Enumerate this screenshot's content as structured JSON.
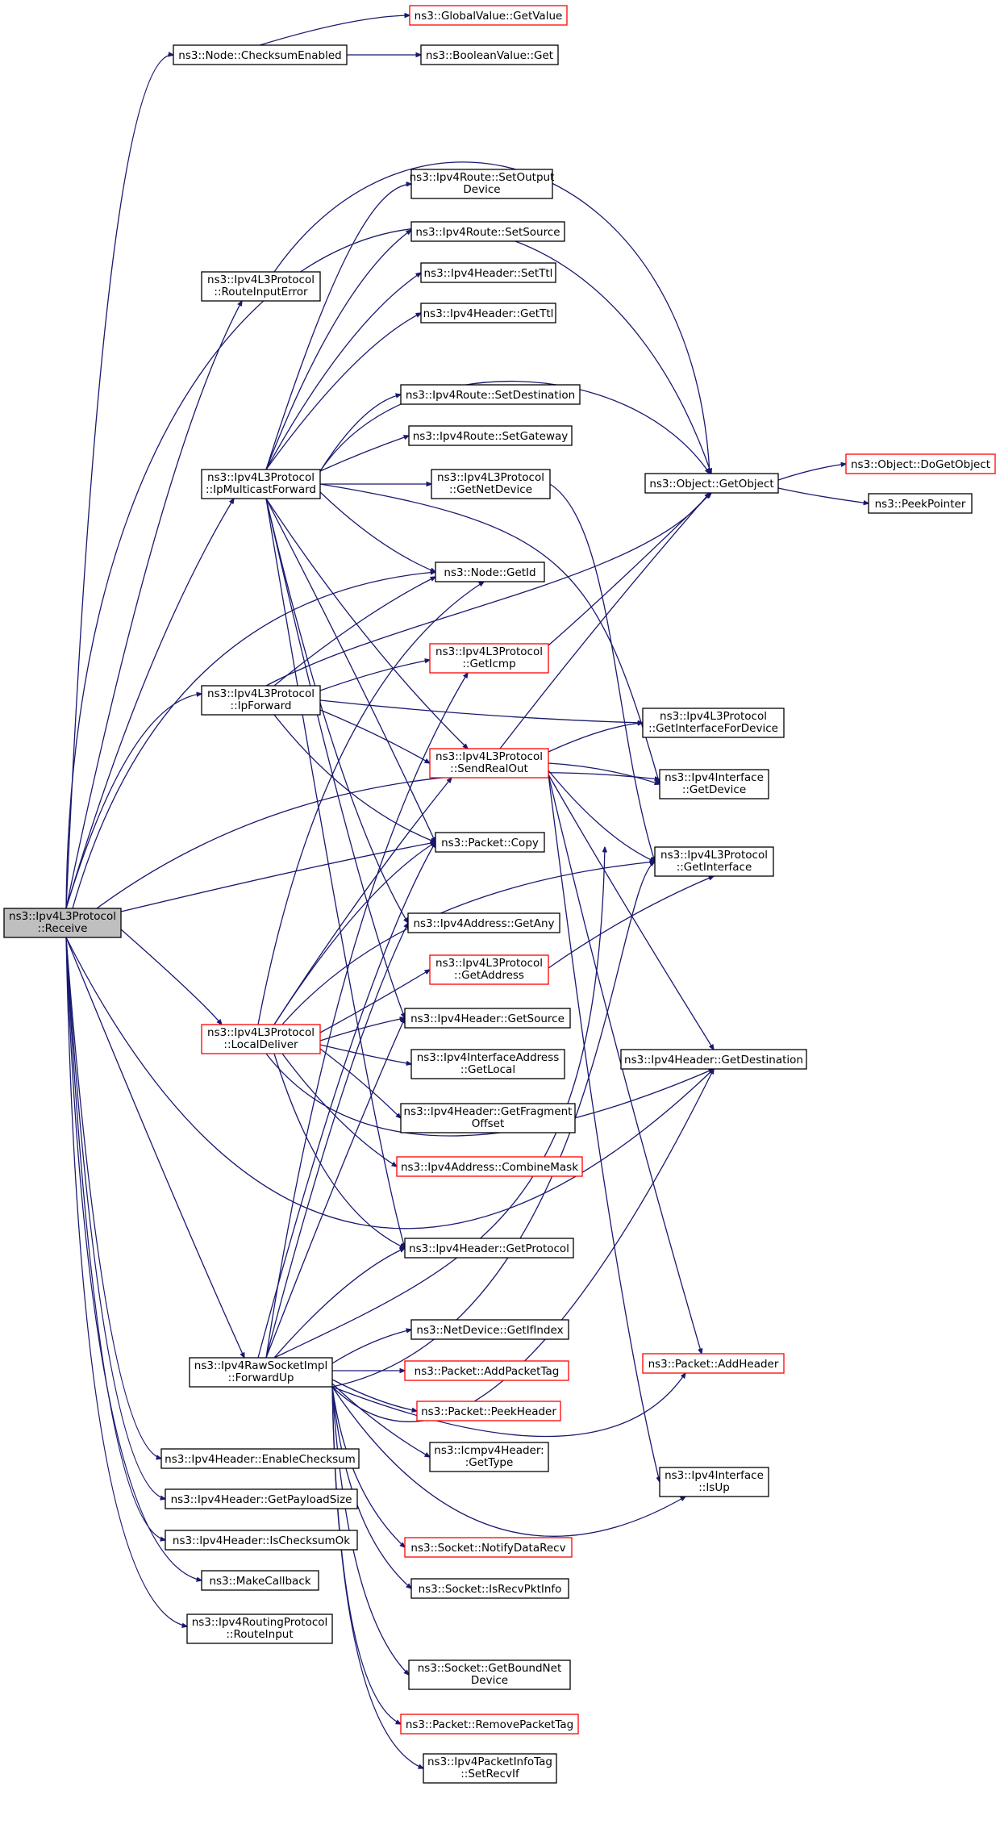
{
  "diagram": {
    "colors": {
      "edge": "#191970",
      "border_normal": "#000000",
      "border_external": "#ff0000",
      "root_fill": "#bfbfbf"
    },
    "nodes": {
      "receive": [
        "ns3::Ipv4L3Protocol",
        "::Receive"
      ],
      "checksumEnabled": [
        "ns3::Node::ChecksumEnabled"
      ],
      "globalGetValue": [
        "ns3::GlobalValue::GetValue"
      ],
      "boolGet": [
        "ns3::BooleanValue::Get"
      ],
      "routeInputError": [
        "ns3::Ipv4L3Protocol",
        "::RouteInputError"
      ],
      "setOutputDevice": [
        "ns3::Ipv4Route::SetOutput",
        "Device"
      ],
      "setSource": [
        "ns3::Ipv4Route::SetSource"
      ],
      "setTtl": [
        "ns3::Ipv4Header::SetTtl"
      ],
      "getTtl": [
        "ns3::Ipv4Header::GetTtl"
      ],
      "setDestination": [
        "ns3::Ipv4Route::SetDestination"
      ],
      "setGateway": [
        "ns3::Ipv4Route::SetGateway"
      ],
      "ipMulticastForward": [
        "ns3::Ipv4L3Protocol",
        "::IpMulticastForward"
      ],
      "getNetDevice": [
        "ns3::Ipv4L3Protocol",
        "::GetNetDevice"
      ],
      "getObject": [
        "ns3::Object::GetObject"
      ],
      "doGetObject": [
        "ns3::Object::DoGetObject"
      ],
      "peekPointer": [
        "ns3::PeekPointer"
      ],
      "nodeGetId": [
        "ns3::Node::GetId"
      ],
      "getIcmp": [
        "ns3::Ipv4L3Protocol",
        "::GetIcmp"
      ],
      "ipForward": [
        "ns3::Ipv4L3Protocol",
        "::IpForward"
      ],
      "getInterfaceForDevice": [
        "ns3::Ipv4L3Protocol",
        "::GetInterfaceForDevice"
      ],
      "sendRealOut": [
        "ns3::Ipv4L3Protocol",
        "::SendRealOut"
      ],
      "ifGetDevice": [
        "ns3::Ipv4Interface",
        "::GetDevice"
      ],
      "packetCopy": [
        "ns3::Packet::Copy"
      ],
      "getInterface": [
        "ns3::Ipv4L3Protocol",
        "::GetInterface"
      ],
      "getAny": [
        "ns3::Ipv4Address::GetAny"
      ],
      "getAddress": [
        "ns3::Ipv4L3Protocol",
        "::GetAddress"
      ],
      "localDeliver": [
        "ns3::Ipv4L3Protocol",
        "::LocalDeliver"
      ],
      "getSourceHdr": [
        "ns3::Ipv4Header::GetSource"
      ],
      "getLocal": [
        "ns3::Ipv4InterfaceAddress",
        "::GetLocal"
      ],
      "getDestinationHdr": [
        "ns3::Ipv4Header::GetDestination"
      ],
      "getFragmentOffset": [
        "ns3::Ipv4Header::GetFragment",
        "Offset"
      ],
      "combineMask": [
        "ns3::Ipv4Address::CombineMask"
      ],
      "getProtocol": [
        "ns3::Ipv4Header::GetProtocol"
      ],
      "getIfIndex": [
        "ns3::NetDevice::GetIfIndex"
      ],
      "forwardUp": [
        "ns3::Ipv4RawSocketImpl",
        "::ForwardUp"
      ],
      "addPacketTag": [
        "ns3::Packet::AddPacketTag"
      ],
      "addHeader": [
        "ns3::Packet::AddHeader"
      ],
      "peekHeader": [
        "ns3::Packet::PeekHeader"
      ],
      "icmpGetType": [
        "ns3::Icmpv4Header:",
        ":GetType"
      ],
      "enableChecksum": [
        "ns3::Ipv4Header::EnableChecksum"
      ],
      "ifIsUp": [
        "ns3::Ipv4Interface",
        "::IsUp"
      ],
      "getPayloadSize": [
        "ns3::Ipv4Header::GetPayloadSize"
      ],
      "isChecksumOk": [
        "ns3::Ipv4Header::IsChecksumOk"
      ],
      "notifyDataRecv": [
        "ns3::Socket::NotifyDataRecv"
      ],
      "makeCallback": [
        "ns3::MakeCallback"
      ],
      "isRecvPktInfo": [
        "ns3::Socket::IsRecvPktInfo"
      ],
      "routeInput": [
        "ns3::Ipv4RoutingProtocol",
        "::RouteInput"
      ],
      "getBoundNetDevice": [
        "ns3::Socket::GetBoundNet",
        "Device"
      ],
      "removePacketTag": [
        "ns3::Packet::RemovePacketTag"
      ],
      "setRecvIf": [
        "ns3::Ipv4PacketInfoTag",
        "::SetRecvIf"
      ]
    }
  }
}
